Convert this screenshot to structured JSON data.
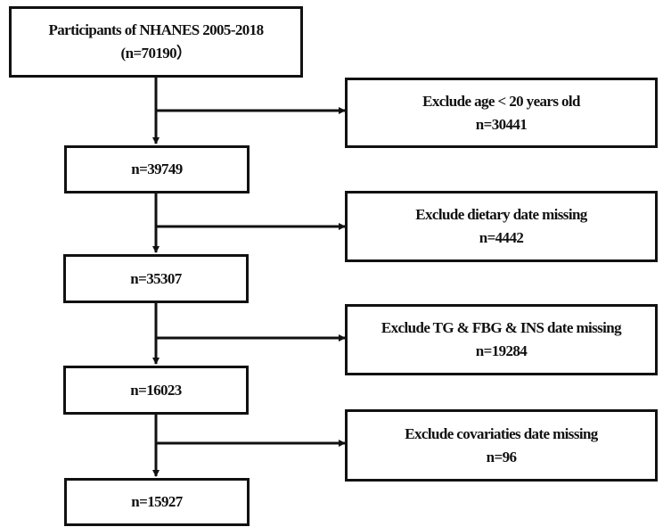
{
  "start": {
    "line1": "Participants of NHANES 2005-2018",
    "line2": "(n=70190）"
  },
  "steps": [
    {
      "exclude_label": "Exclude age < 20 years old",
      "exclude_n": "n=30441",
      "remaining": "n=39749"
    },
    {
      "exclude_label": "Exclude dietary date missing",
      "exclude_n": "n=4442",
      "remaining": "n=35307"
    },
    {
      "exclude_label": "Exclude TG & FBG & INS date missing",
      "exclude_n": "n=19284",
      "remaining": "n=16023"
    },
    {
      "exclude_label": "Exclude covariaties date missing",
      "exclude_n": "n=96",
      "remaining": "n=15927"
    }
  ]
}
